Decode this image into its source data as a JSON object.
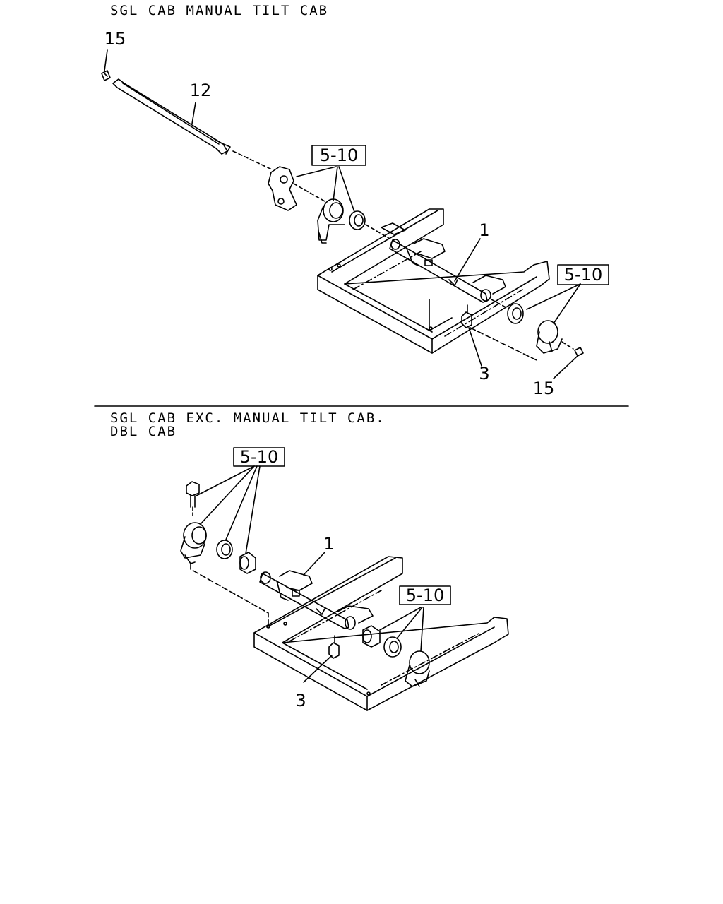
{
  "upper_section": {
    "heading": "SGL CAB MANUAL TILT CAB",
    "callouts": {
      "steering_link": "12",
      "retainer_left": "15",
      "retainer_right": "15",
      "cross_tube": "1",
      "grease_fitting": "3",
      "bracket_kit_left": "5-10",
      "bracket_kit_right": "5-10"
    }
  },
  "divider": true,
  "lower_section": {
    "heading_line1": "SGL CAB EXC. MANUAL TILT CAB.",
    "heading_line2": "DBL CAB",
    "callouts": {
      "cross_tube": "1",
      "grease_fitting": "3",
      "bracket_kit_left": "5-10",
      "bracket_kit_right": "5-10"
    }
  }
}
